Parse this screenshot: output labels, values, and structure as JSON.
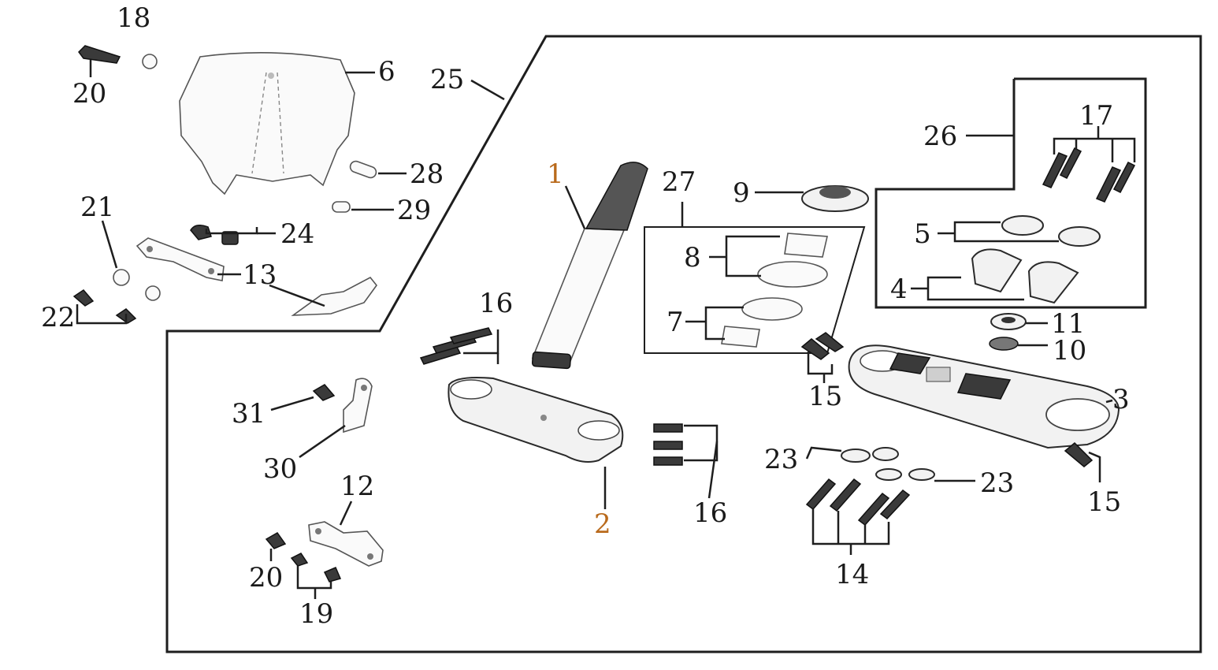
{
  "colors": {
    "line": "#1e1e1e",
    "part_fill": "#f2f2f2",
    "part_dark": "#3a3a3a",
    "label_orange": "#b96a1c"
  },
  "labels": {
    "n1": "1",
    "n2": "2",
    "n3": "3",
    "n4": "4",
    "n5": "5",
    "n6": "6",
    "n7": "7",
    "n8": "8",
    "n9": "9",
    "n10": "10",
    "n11": "11",
    "n12": "12",
    "n13": "13",
    "n14": "14",
    "n15a": "15",
    "n15b": "15",
    "n16a": "16",
    "n16b": "16",
    "n17": "17",
    "n18": "18",
    "n19": "19",
    "n20a": "20",
    "n20b": "20",
    "n21": "21",
    "n22": "22",
    "n23a": "23",
    "n23b": "23",
    "n24": "24",
    "n25": "25",
    "n26": "26",
    "n27": "27",
    "n28": "28",
    "n29": "29",
    "n30": "30",
    "n31": "31"
  }
}
